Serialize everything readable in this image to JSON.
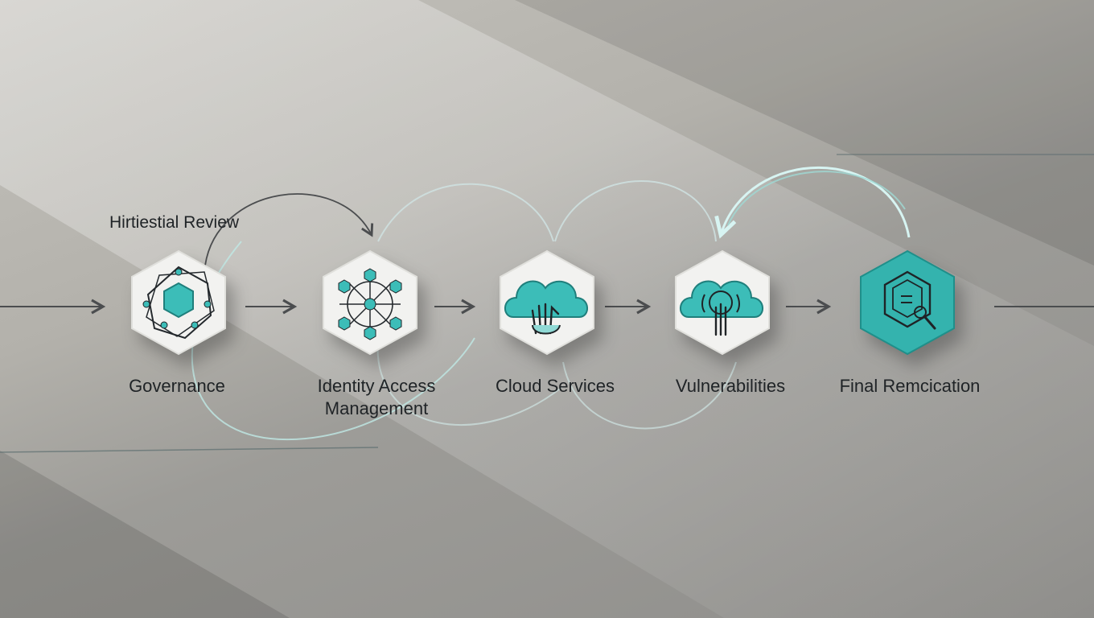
{
  "header": {
    "review_label": "Hirtiestial Review"
  },
  "steps": [
    {
      "label": "Governance",
      "icon": "governance-polygon-icon"
    },
    {
      "label": "Identity Access Management",
      "icon": "network-nodes-icon"
    },
    {
      "label": "Cloud Services",
      "icon": "cloud-hand-icon"
    },
    {
      "label": "Vulnerabilities",
      "icon": "cloud-scan-icon"
    },
    {
      "label": "Final Remcication",
      "icon": "document-search-icon"
    }
  ],
  "colors": {
    "accent": "#3cbdb8",
    "accent_dark": "#1f7f7c",
    "tile": "#f2f2f0",
    "line": "#4b4d4f"
  }
}
